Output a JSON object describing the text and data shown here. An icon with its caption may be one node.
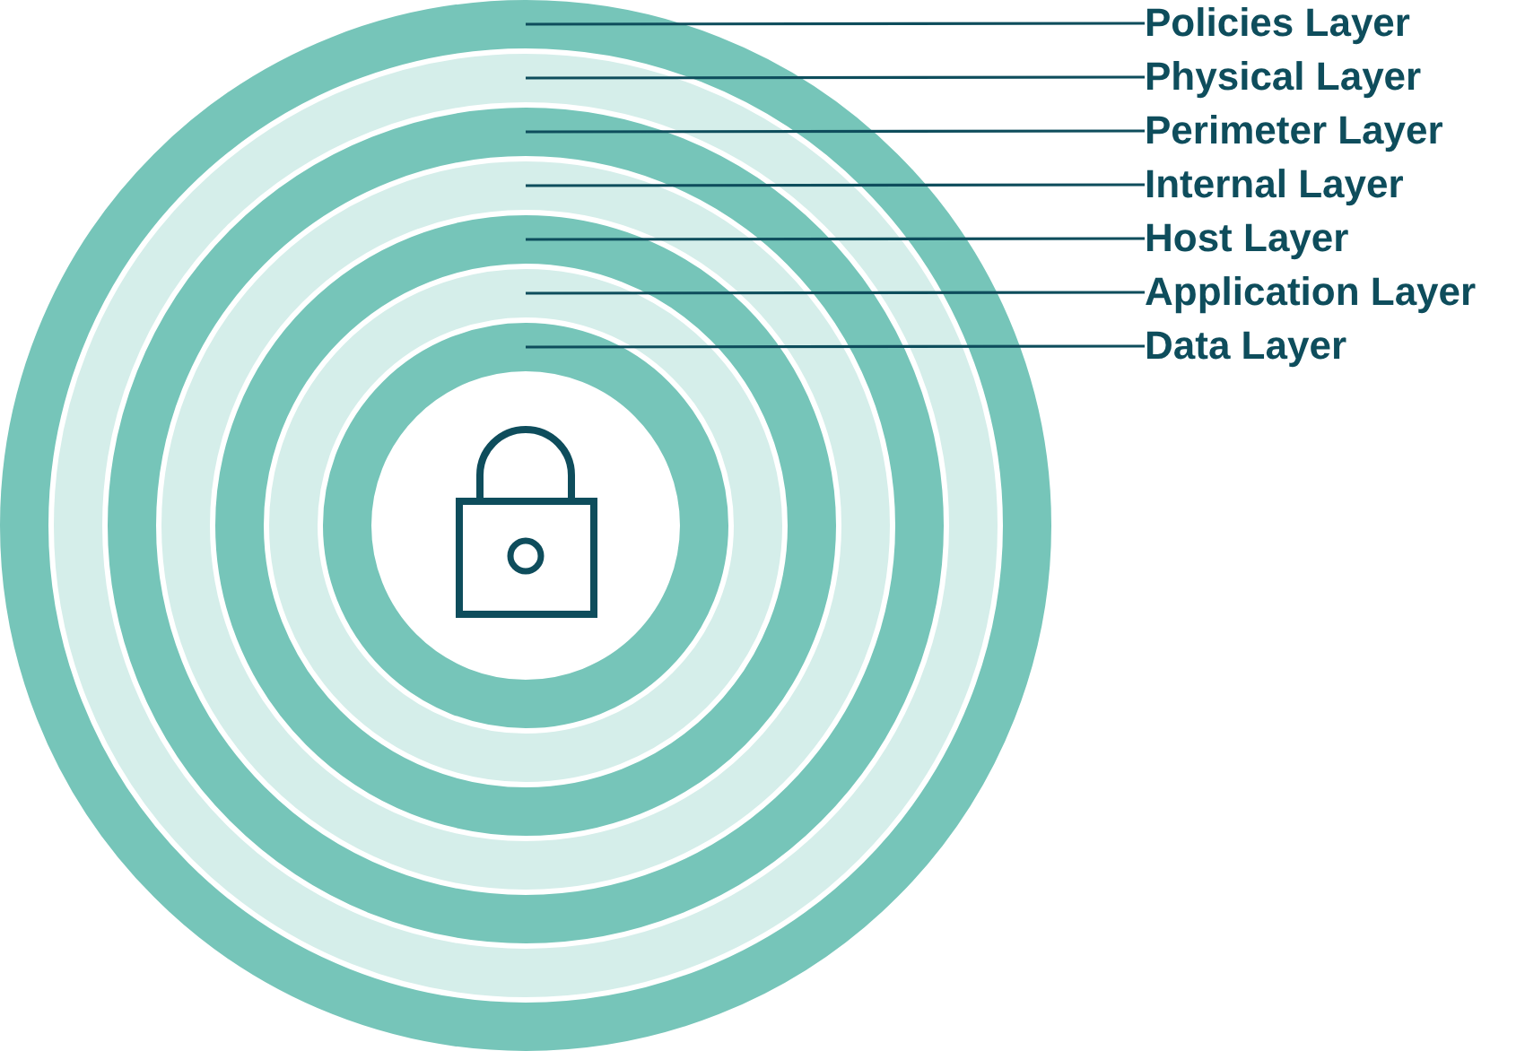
{
  "diagram": {
    "nodes": [
      {
        "text": [
          "Policies Layer"
        ]
      },
      {
        "text": [
          "Physical Layer"
        ]
      },
      {
        "text": [
          "Perimeter Layer"
        ]
      },
      {
        "text": [
          "Internal Layer"
        ]
      },
      {
        "text": [
          "Host Layer"
        ]
      },
      {
        "text": [
          "Application Layer"
        ]
      },
      {
        "text": [
          "Data Layer"
        ]
      },
      {
        "text": [],
        "shape": "ring"
      },
      {
        "text": [],
        "shape": "ring",
        "in": 7
      },
      {
        "text": [],
        "shape": "ring",
        "in": 8
      },
      {
        "text": [],
        "shape": "ring",
        "in": 9
      },
      {
        "text": [],
        "shape": "ring",
        "in": 10
      },
      {
        "text": [],
        "shape": "ring",
        "in": 11
      },
      {
        "text": [],
        "shape": "ring",
        "in": 12
      }
    ],
    "edges": [
      {
        "from": 0,
        "to": 7,
        "arrow": "none"
      },
      {
        "from": 1,
        "to": 8,
        "arrow": "none"
      },
      {
        "from": 2,
        "to": 9,
        "arrow": "none"
      },
      {
        "from": 3,
        "to": 10,
        "arrow": "none"
      },
      {
        "from": 4,
        "to": 11,
        "arrow": "none"
      },
      {
        "from": 5,
        "to": 12,
        "arrow": "none"
      },
      {
        "from": 6,
        "to": 13,
        "arrow": "none"
      }
    ]
  }
}
